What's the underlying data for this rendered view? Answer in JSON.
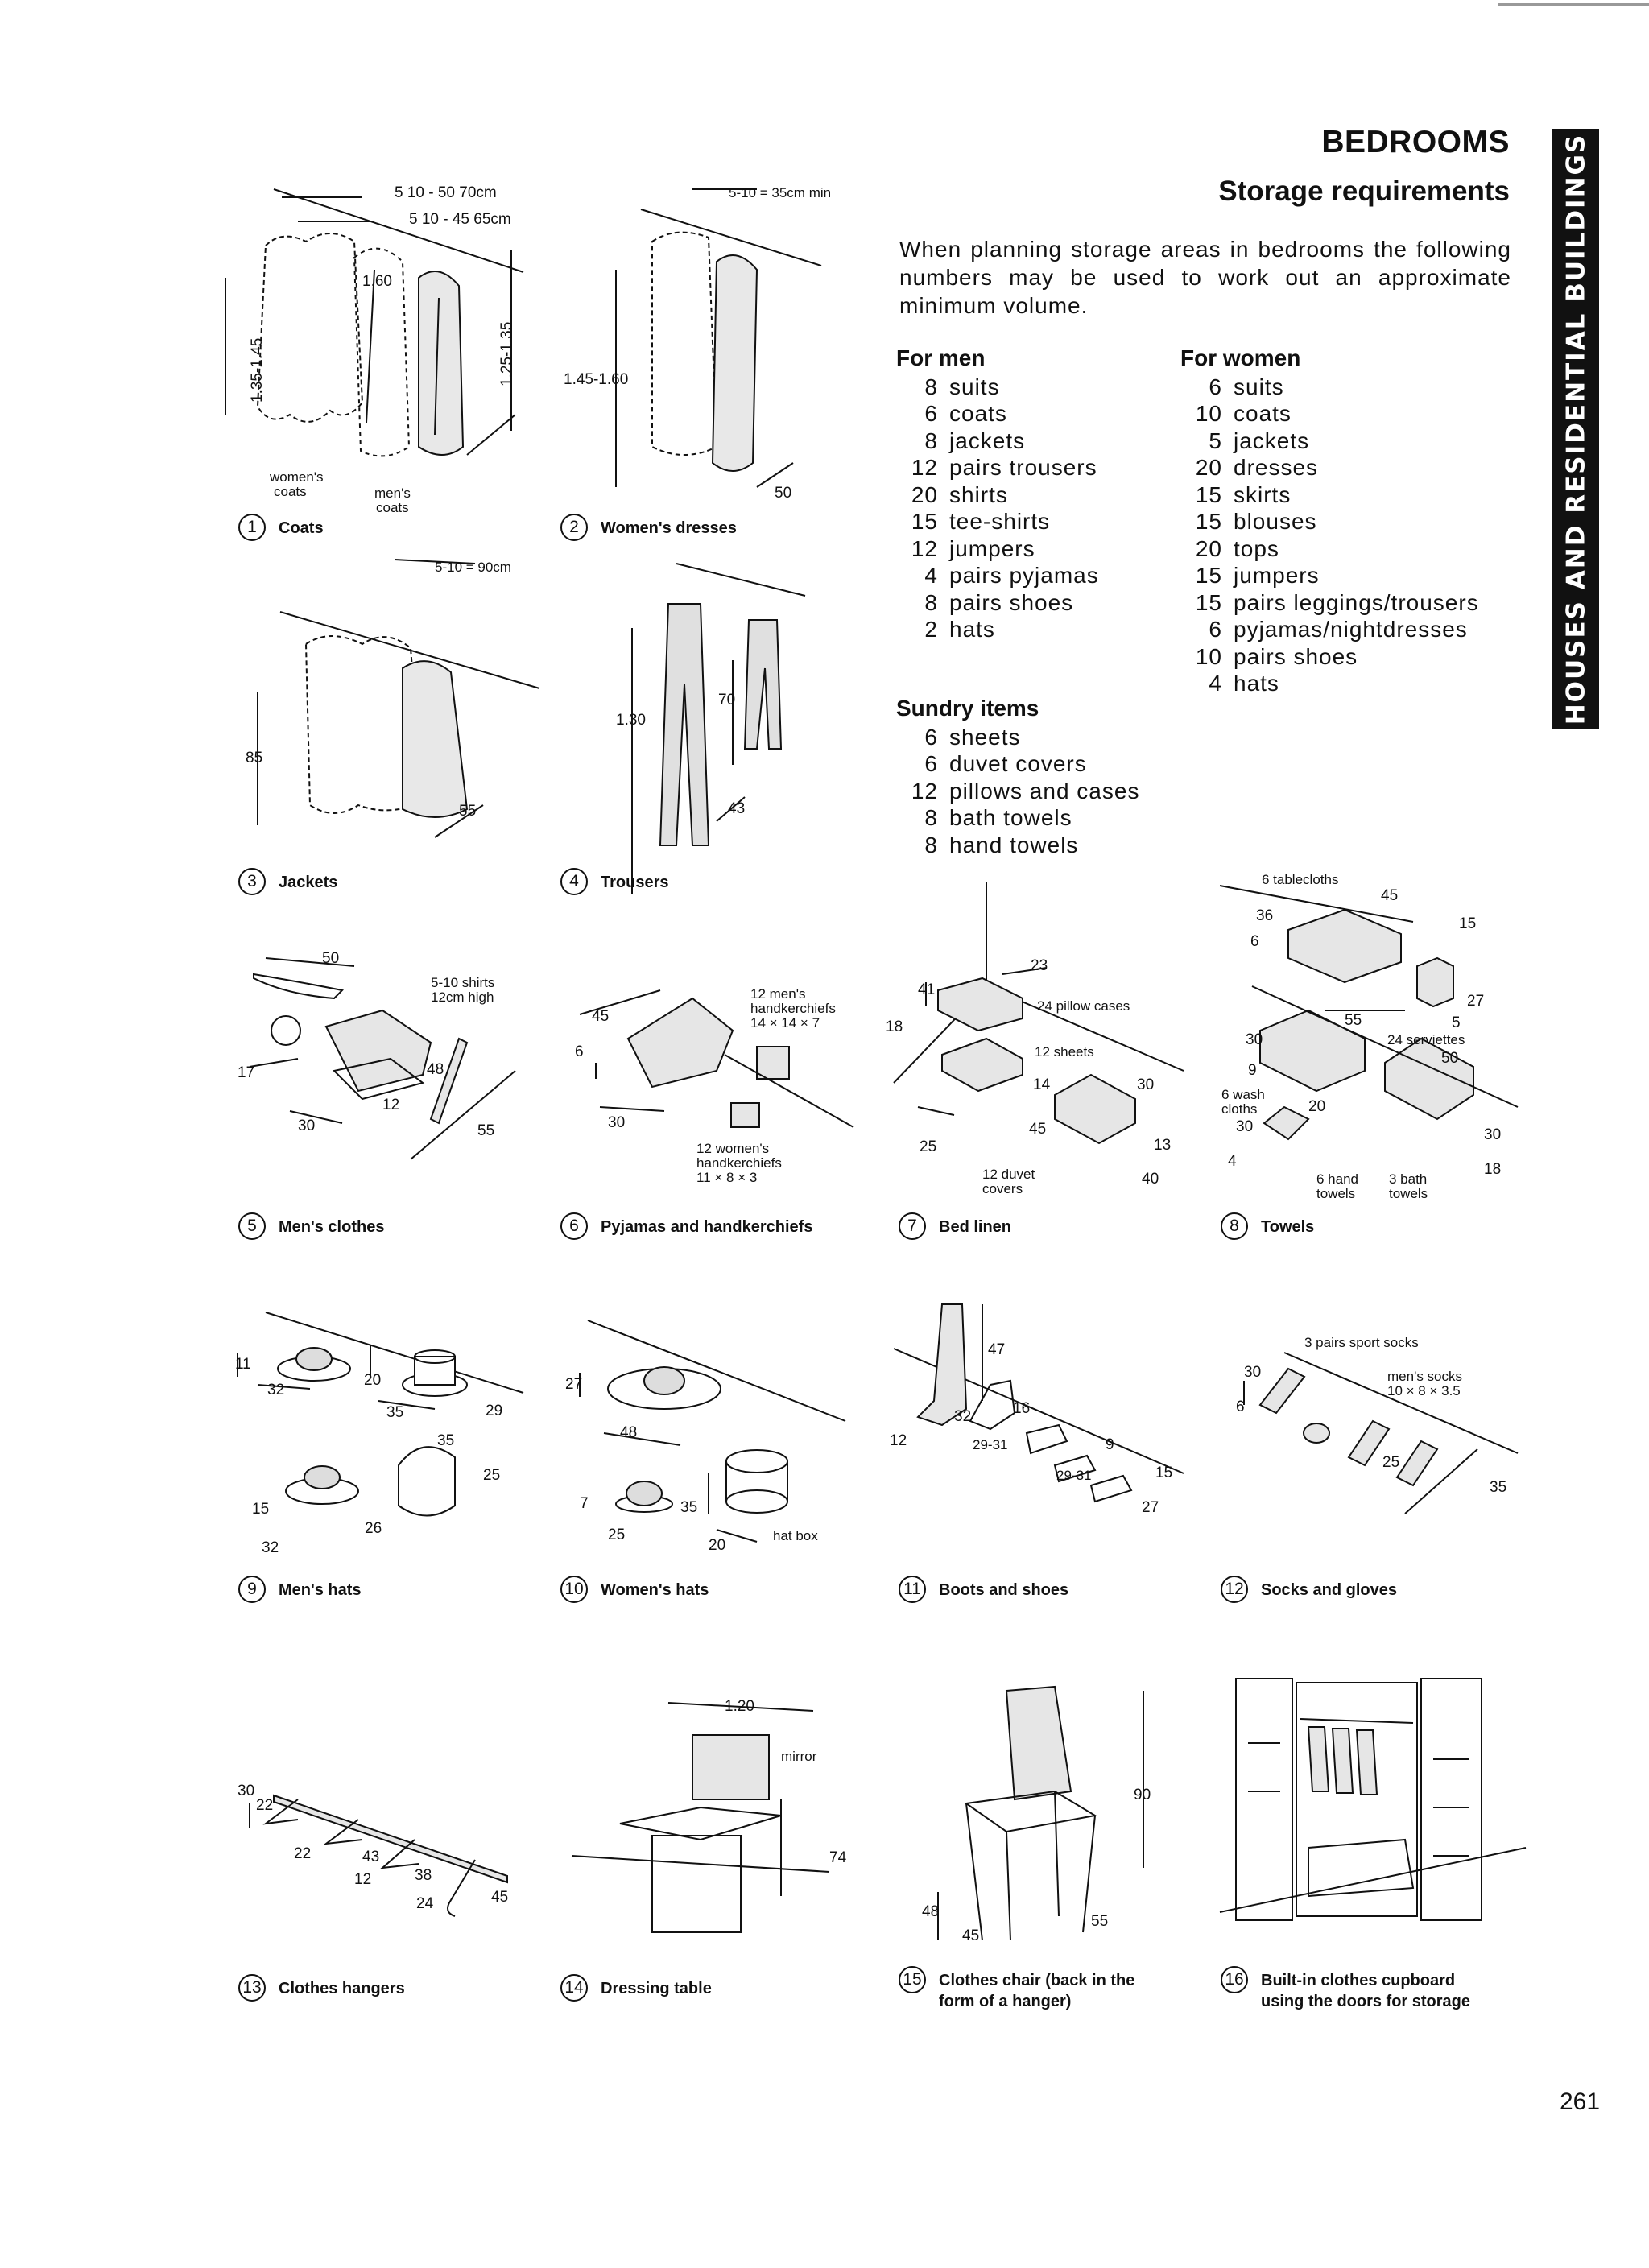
{
  "header": {
    "title": "BEDROOMS",
    "subtitle": "Storage requirements",
    "side_tab": "HOUSES AND RESIDENTIAL BUILDINGS"
  },
  "intro": "When planning storage areas in bedrooms the following numbers may be used to work out an approximate minimum volume.",
  "men": {
    "heading": "For men",
    "items": [
      {
        "n": "8",
        "item": "suits"
      },
      {
        "n": "6",
        "item": "coats"
      },
      {
        "n": "8",
        "item": "jackets"
      },
      {
        "n": "12",
        "item": "pairs trousers"
      },
      {
        "n": "20",
        "item": "shirts"
      },
      {
        "n": "15",
        "item": "tee-shirts"
      },
      {
        "n": "12",
        "item": "jumpers"
      },
      {
        "n": "4",
        "item": "pairs pyjamas"
      },
      {
        "n": "8",
        "item": "pairs shoes"
      },
      {
        "n": "2",
        "item": "hats"
      }
    ]
  },
  "women": {
    "heading": "For women",
    "items": [
      {
        "n": "6",
        "item": "suits"
      },
      {
        "n": "10",
        "item": "coats"
      },
      {
        "n": "5",
        "item": "jackets"
      },
      {
        "n": "20",
        "item": "dresses"
      },
      {
        "n": "15",
        "item": "skirts"
      },
      {
        "n": "15",
        "item": "blouses"
      },
      {
        "n": "20",
        "item": "tops"
      },
      {
        "n": "15",
        "item": "jumpers"
      },
      {
        "n": "15",
        "item": "pairs leggings/trousers"
      },
      {
        "n": "6",
        "item": "pyjamas/nightdresses"
      },
      {
        "n": "10",
        "item": "pairs shoes"
      },
      {
        "n": "4",
        "item": "hats"
      }
    ]
  },
  "sundry": {
    "heading": "Sundry items",
    "items": [
      {
        "n": "6",
        "item": "sheets"
      },
      {
        "n": "6",
        "item": "duvet covers"
      },
      {
        "n": "12",
        "item": "pillows and cases"
      },
      {
        "n": "8",
        "item": "bath towels"
      },
      {
        "n": "8",
        "item": "hand towels"
      }
    ]
  },
  "figures": {
    "f1": {
      "no": "1",
      "caption": "Coats",
      "d1": "5 10 - 50 70cm",
      "d2": "5 10 - 45 65cm",
      "h1": "1.35-1.45",
      "h2": "1.25-1.35",
      "h3": "1.60",
      "l1": "women's",
      "l2": "coats",
      "l3": "men's",
      "l4": "coats"
    },
    "f2": {
      "no": "2",
      "caption": "Women's dresses",
      "d1": "5-10 = 35cm min",
      "h1": "1.45-1.60",
      "d2": "50"
    },
    "f3": {
      "no": "3",
      "caption": "Jackets",
      "d1": "5-10 = 90cm",
      "h1": "85",
      "d2": "55"
    },
    "f4": {
      "no": "4",
      "caption": "Trousers",
      "h1": "1.30",
      "h2": "70",
      "d1": "43"
    },
    "f5": {
      "no": "5",
      "caption": "Men's clothes",
      "d1": "50",
      "note": "5-10 shirts",
      "note2": "12cm high",
      "d2": "17",
      "d3": "48",
      "d4": "12",
      "d5": "30",
      "d6": "55"
    },
    "f6": {
      "no": "6",
      "caption": "Pyjamas and handkerchiefs",
      "n1": "12 men's",
      "n2": "handkerchiefs",
      "n3": "14 × 14 × 7",
      "d1": "45",
      "d2": "6",
      "d3": "30",
      "w1": "12 women's",
      "w2": "handkerchiefs",
      "w3": "11 × 8 × 3"
    },
    "f7": {
      "no": "7",
      "caption": "Bed linen",
      "d1": "23",
      "d2": "41",
      "l1": "24 pillow cases",
      "d3": "18",
      "l2": "12 sheets",
      "d4": "14",
      "d5": "30",
      "d6": "45",
      "d7": "25",
      "d8": "13",
      "l3": "12 duvet",
      "l4": "covers",
      "d9": "40"
    },
    "f8": {
      "no": "8",
      "caption": "Towels",
      "l1": "6 tablecloths",
      "d1": "45",
      "d2": "36",
      "d3": "15",
      "d4": "6",
      "d5": "27",
      "d6": "55",
      "d7": "5",
      "d8": "30",
      "l2": "24 serviettes",
      "d9": "50",
      "d10": "9",
      "l3": "6 wash",
      "l4": "cloths",
      "d11": "20",
      "d12": "30",
      "d13": "4",
      "d14": "30",
      "d15": "18",
      "l5": "6 hand",
      "l6": "towels",
      "l7": "3 bath",
      "l8": "towels"
    },
    "f9": {
      "no": "9",
      "caption": "Men's hats",
      "d1": "11",
      "d2": "32",
      "d3": "20",
      "d4": "35",
      "d5": "29",
      "d6": "35",
      "d7": "25",
      "d8": "15",
      "d9": "26",
      "d10": "32"
    },
    "f10": {
      "no": "10",
      "caption": "Women's hats",
      "d1": "27",
      "d2": "48",
      "d3": "7",
      "d4": "35",
      "d5": "25",
      "d6": "20",
      "l1": "hat box"
    },
    "f11": {
      "no": "11",
      "caption": "Boots and shoes",
      "d1": "47",
      "d2": "32",
      "d3": "12",
      "d4": "16",
      "d5": "29-31",
      "d6": "9",
      "d7": "29-31",
      "d8": "15",
      "d9": "27"
    },
    "f12": {
      "no": "12",
      "caption": "Socks and gloves",
      "l1": "3 pairs sport socks",
      "d1": "30",
      "l2": "men's socks",
      "l3": "10 × 8 × 3.5",
      "d2": "6",
      "d3": "25",
      "d4": "35"
    },
    "f13": {
      "no": "13",
      "caption": "Clothes hangers",
      "d1": "30",
      "d2": "22",
      "d3": "22",
      "d4": "43",
      "d5": "12",
      "d6": "38",
      "d7": "24",
      "d8": "45"
    },
    "f14": {
      "no": "14",
      "caption": "Dressing table",
      "d1": "1.20",
      "l1": "mirror",
      "d2": "74"
    },
    "f15": {
      "no": "15",
      "caption": "Clothes chair (back in the",
      "caption2": "form of a hanger)",
      "d1": "90",
      "d2": "48",
      "d3": "45",
      "d4": "55"
    },
    "f16": {
      "no": "16",
      "caption": "Built-in clothes cupboard",
      "caption2": "using the doors for storage"
    }
  },
  "page_number": "261"
}
